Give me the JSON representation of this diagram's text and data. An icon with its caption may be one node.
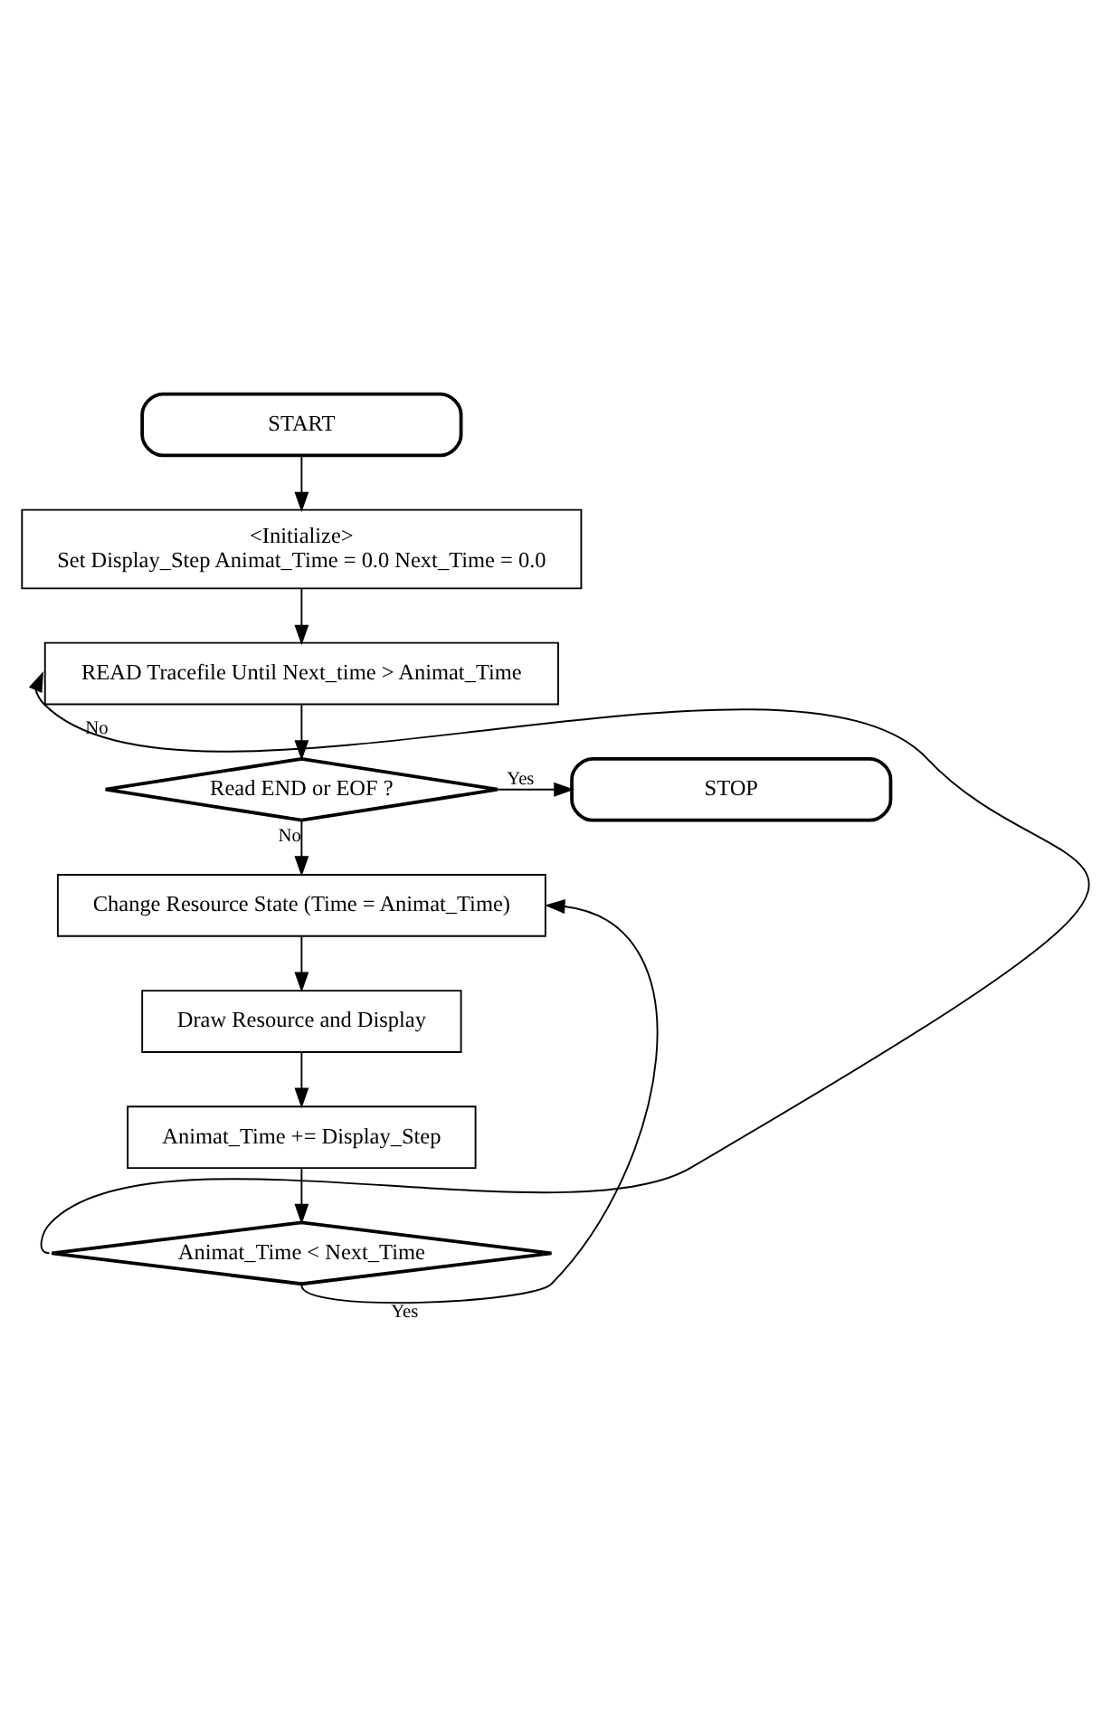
{
  "diagram": {
    "nodes": [
      {
        "text": [
          "START"
        ]
      },
      {
        "text": [
          "<Initialize>",
          "Set Display_Step Animat_Time = 0.0 Next_Time = 0.0"
        ]
      },
      {
        "text": [
          "READ Tracefile Until Next_time > Animat_Time"
        ]
      },
      {
        "text": [
          "Read END or EOF ?"
        ]
      },
      {
        "text": [
          "STOP"
        ]
      },
      {
        "text": [
          "Change Resource State (Time = Animat_Time)"
        ]
      },
      {
        "text": [
          "Draw Resource and Display"
        ]
      },
      {
        "text": [
          "Animat_Time += Display_Step"
        ]
      },
      {
        "text": [
          "Animat_Time < Next_Time"
        ]
      }
    ],
    "edges": [
      {
        "from": 0,
        "to": 1,
        "arrow": "to"
      },
      {
        "from": 1,
        "to": 2,
        "arrow": "to"
      },
      {
        "from": 2,
        "to": 3,
        "arrow": "to"
      },
      {
        "from": 3,
        "to": 4,
        "arrow": "to",
        "label": "Yes"
      },
      {
        "from": 3,
        "to": 5,
        "arrow": "to",
        "label": "No"
      },
      {
        "from": 5,
        "to": 6,
        "arrow": "to"
      },
      {
        "from": 6,
        "to": 7,
        "arrow": "to"
      },
      {
        "from": 7,
        "to": 8,
        "arrow": "to"
      },
      {
        "from": 8,
        "to": 2,
        "arrow": "to",
        "label": "No"
      },
      {
        "from": 8,
        "to": 5,
        "arrow": "to",
        "label": "Yes"
      }
    ]
  }
}
